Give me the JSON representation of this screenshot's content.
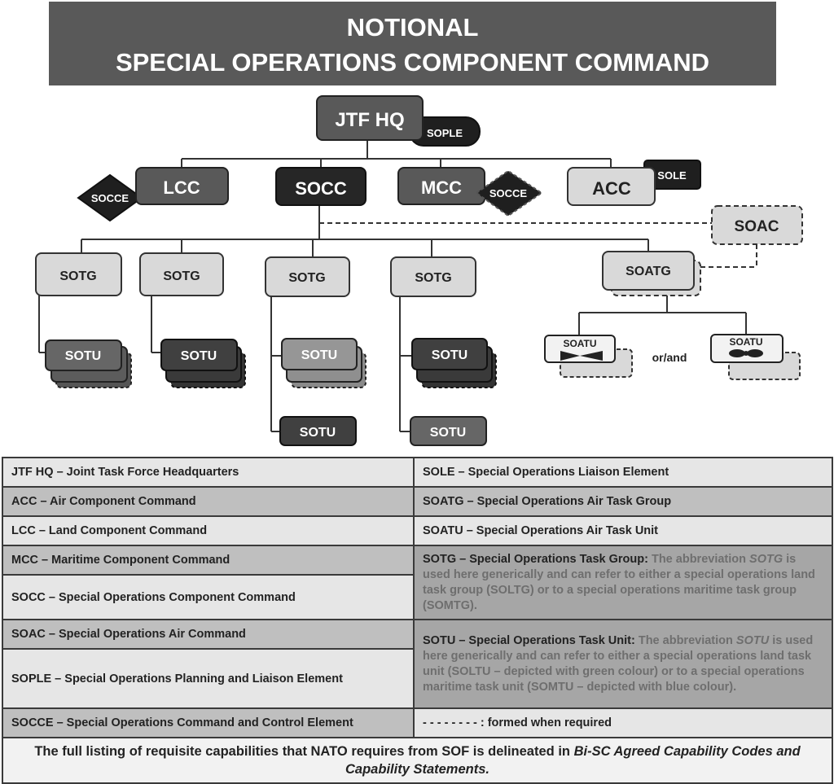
{
  "header": {
    "line1": "NOTIONAL",
    "line2": "SPECIAL OPERATIONS COMPONENT COMMAND"
  },
  "org": {
    "jtf_hq": "JTF HQ",
    "sople": "SOPLE",
    "lcc": "LCC",
    "socc": "SOCC",
    "mcc": "MCC",
    "acc": "ACC",
    "socce_left": "SOCCE",
    "socce_right": "SOCCE",
    "sole": "SOLE",
    "soac": "SOAC",
    "sotg_1": "SOTG",
    "sotg_2": "SOTG",
    "sotg_3": "SOTG",
    "sotg_4": "SOTG",
    "soatg": "SOATG",
    "sotu_1": "SOTU",
    "sotu_2": "SOTU",
    "sotu_3": "SOTU",
    "sotu_4": "SOTU",
    "sotu_5": "SOTU",
    "sotu_6": "SOTU",
    "soatu_1": "SOATU",
    "soatu_2": "SOATU",
    "or_and": "or/and"
  },
  "legend": {
    "jtf_hq": "JTF HQ – Joint Task Force Headquarters",
    "acc": "ACC – Air Component Command",
    "lcc": "LCC – Land Component Command",
    "mcc": "MCC – Maritime Component Command",
    "socc": "SOCC – Special Operations Component Command",
    "soac": "SOAC – Special Operations Air Command",
    "sople": "SOPLE – Special Operations Planning and Liaison Element",
    "socce": "SOCCE – Special Operations Command and Control Element",
    "sole": "SOLE – Special Operations Liaison Element",
    "soatg": "SOATG – Special Operations Air Task Group",
    "soatu": "SOATU – Special Operations Air Task Unit",
    "sotg_term": "SOTG – Special Operations Task Group:",
    "sotg_note_a": "The abbreviation",
    "sotg_note_abbr": "SOTG",
    "sotg_note_b": "is used here generically and can refer to either a special operations land task group (SOLTG) or to a special operations maritime task group (SOMTG).",
    "sotu_term": "SOTU – Special Operations Task Unit:",
    "sotu_note_a": "The abbreviation",
    "sotu_note_abbr": "SOTU",
    "sotu_note_b": "is used here generically and can refer to either a special operations land task unit (SOLTU – depicted with green colour) or to a special operations maritime task unit (SOMTU – depicted with blue colour).",
    "dashed": "- - - - - - - - :  formed when required",
    "footer_a": "The full listing of requisite capabilities that NATO requires from SOF is delineated in",
    "footer_italic": "Bi-SC Agreed Capability Codes and Capability Statements."
  }
}
